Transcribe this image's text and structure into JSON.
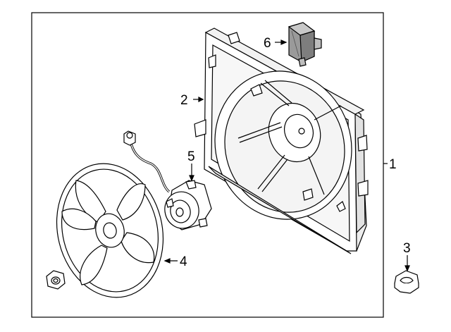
{
  "diagram": {
    "callouts": {
      "c1": "1",
      "c2": "2",
      "c3": "3",
      "c4": "4",
      "c5": "5",
      "c6": "6"
    },
    "colors": {
      "line": "#000000",
      "background": "#ffffff",
      "shroud_shade": "#d9d9d9",
      "resistor_shade": "#8a8a8a"
    }
  }
}
